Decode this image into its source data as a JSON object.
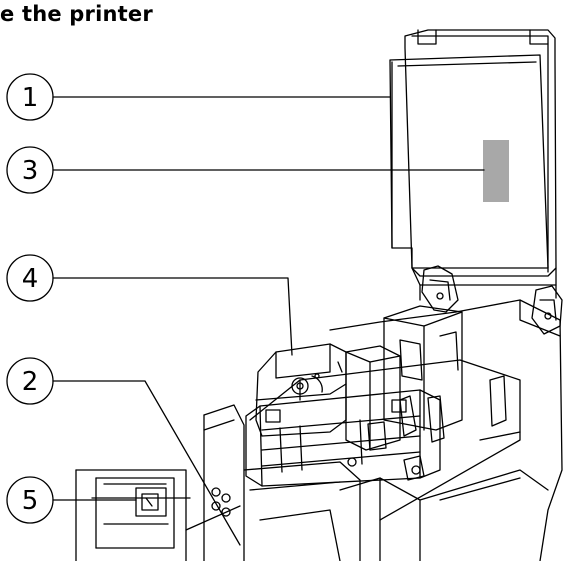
{
  "heading": "e the printer",
  "callouts": [
    {
      "label": "1"
    },
    {
      "label": "3"
    },
    {
      "label": "4"
    },
    {
      "label": "2"
    },
    {
      "label": "5"
    }
  ],
  "colors": {
    "line": "#000000",
    "label_window": "#a8a8a8",
    "background": "#ffffff"
  }
}
